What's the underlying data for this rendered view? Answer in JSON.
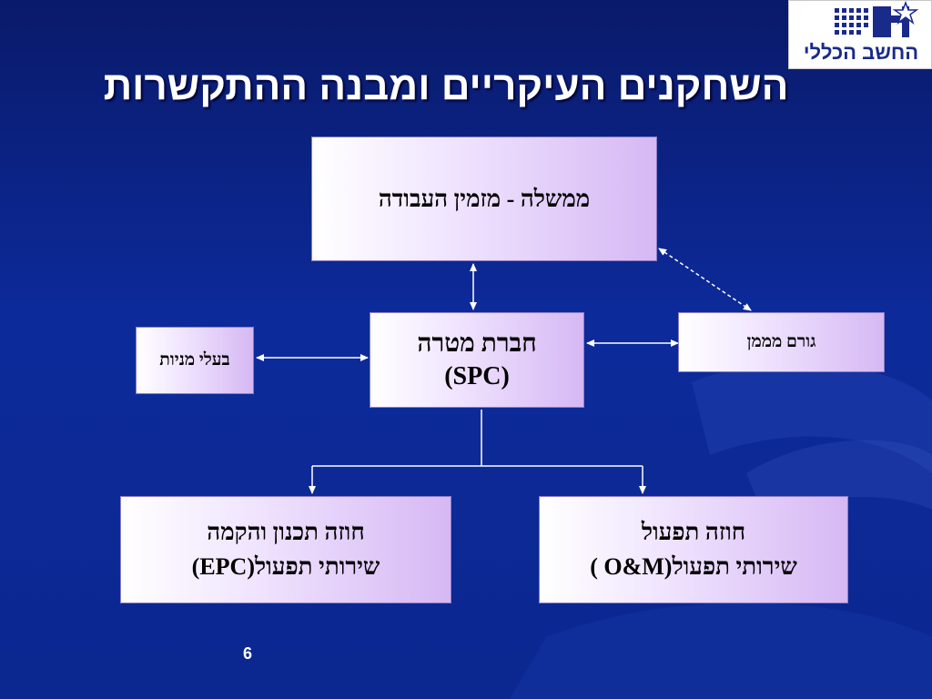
{
  "slide": {
    "title": "השחקנים העיקריים ומבנה ההתקשרות",
    "logo_text": "החשב הכללי",
    "page_number": "6"
  },
  "boxes": {
    "government": {
      "line1": "ממשלה - מזמין העבודה"
    },
    "spc": {
      "line1": "חברת מטרה",
      "line2": "(SPC)"
    },
    "financier": {
      "line1": "גורם מממן"
    },
    "shareholders": {
      "line1": "בעלי מניות"
    },
    "epc": {
      "line1": "חוזה תכנון והקמה",
      "line2": "שירותי תפעול(EPC)"
    },
    "om": {
      "line1": "חוזה  תפעול",
      "line2": "שירותי תפעול(O&M )"
    }
  },
  "colors": {
    "background": "#0b2890",
    "box_border": "#8c7cc8",
    "connector": "#ffffff"
  }
}
